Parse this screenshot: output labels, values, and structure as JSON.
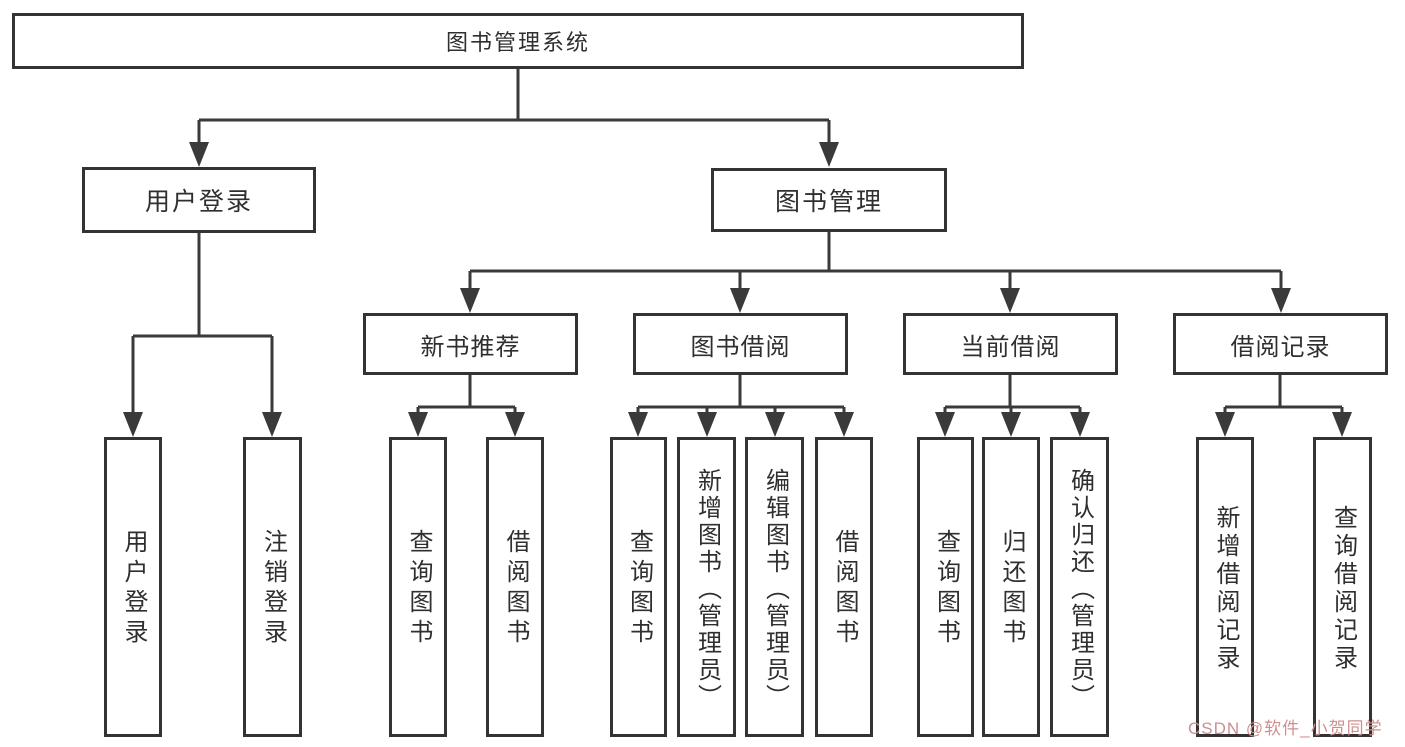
{
  "colors": {
    "line": "#3a3a3a",
    "box_border": "#333333",
    "text": "#2f2f2f",
    "watermark": "#cf8f8f",
    "background": "#ffffff"
  },
  "diagram": {
    "root": {
      "label": "图书管理系统"
    },
    "level2": {
      "user_login": {
        "label": "用户登录",
        "children": {
          "login": {
            "label": "用户登录"
          },
          "logout": {
            "label": "注销登录"
          }
        }
      },
      "book_management": {
        "label": "图书管理",
        "children": {
          "new_book_recommend": {
            "label": "新书推荐",
            "children": {
              "query_books": {
                "label": "查询图书"
              },
              "borrow_books": {
                "label": "借阅图书"
              }
            }
          },
          "book_borrowing": {
            "label": "图书借阅",
            "children": {
              "query_books": {
                "label": "查询图书"
              },
              "add_books": {
                "label": "新增图书（管理员）"
              },
              "edit_books": {
                "label": "编辑图书（管理员）"
              },
              "borrow_books": {
                "label": "借阅图书"
              }
            }
          },
          "current_borrowing": {
            "label": "当前借阅",
            "children": {
              "query_books": {
                "label": "查询图书"
              },
              "return_books": {
                "label": "归还图书"
              },
              "confirm_return": {
                "label": "确认归还（管理员）"
              }
            }
          },
          "borrow_records": {
            "label": "借阅记录",
            "children": {
              "add_record": {
                "label": "新增借阅记录"
              },
              "query_record": {
                "label": "查询借阅记录"
              }
            }
          }
        }
      }
    }
  },
  "watermark": {
    "text": "CSDN @软件_小贺同学"
  }
}
